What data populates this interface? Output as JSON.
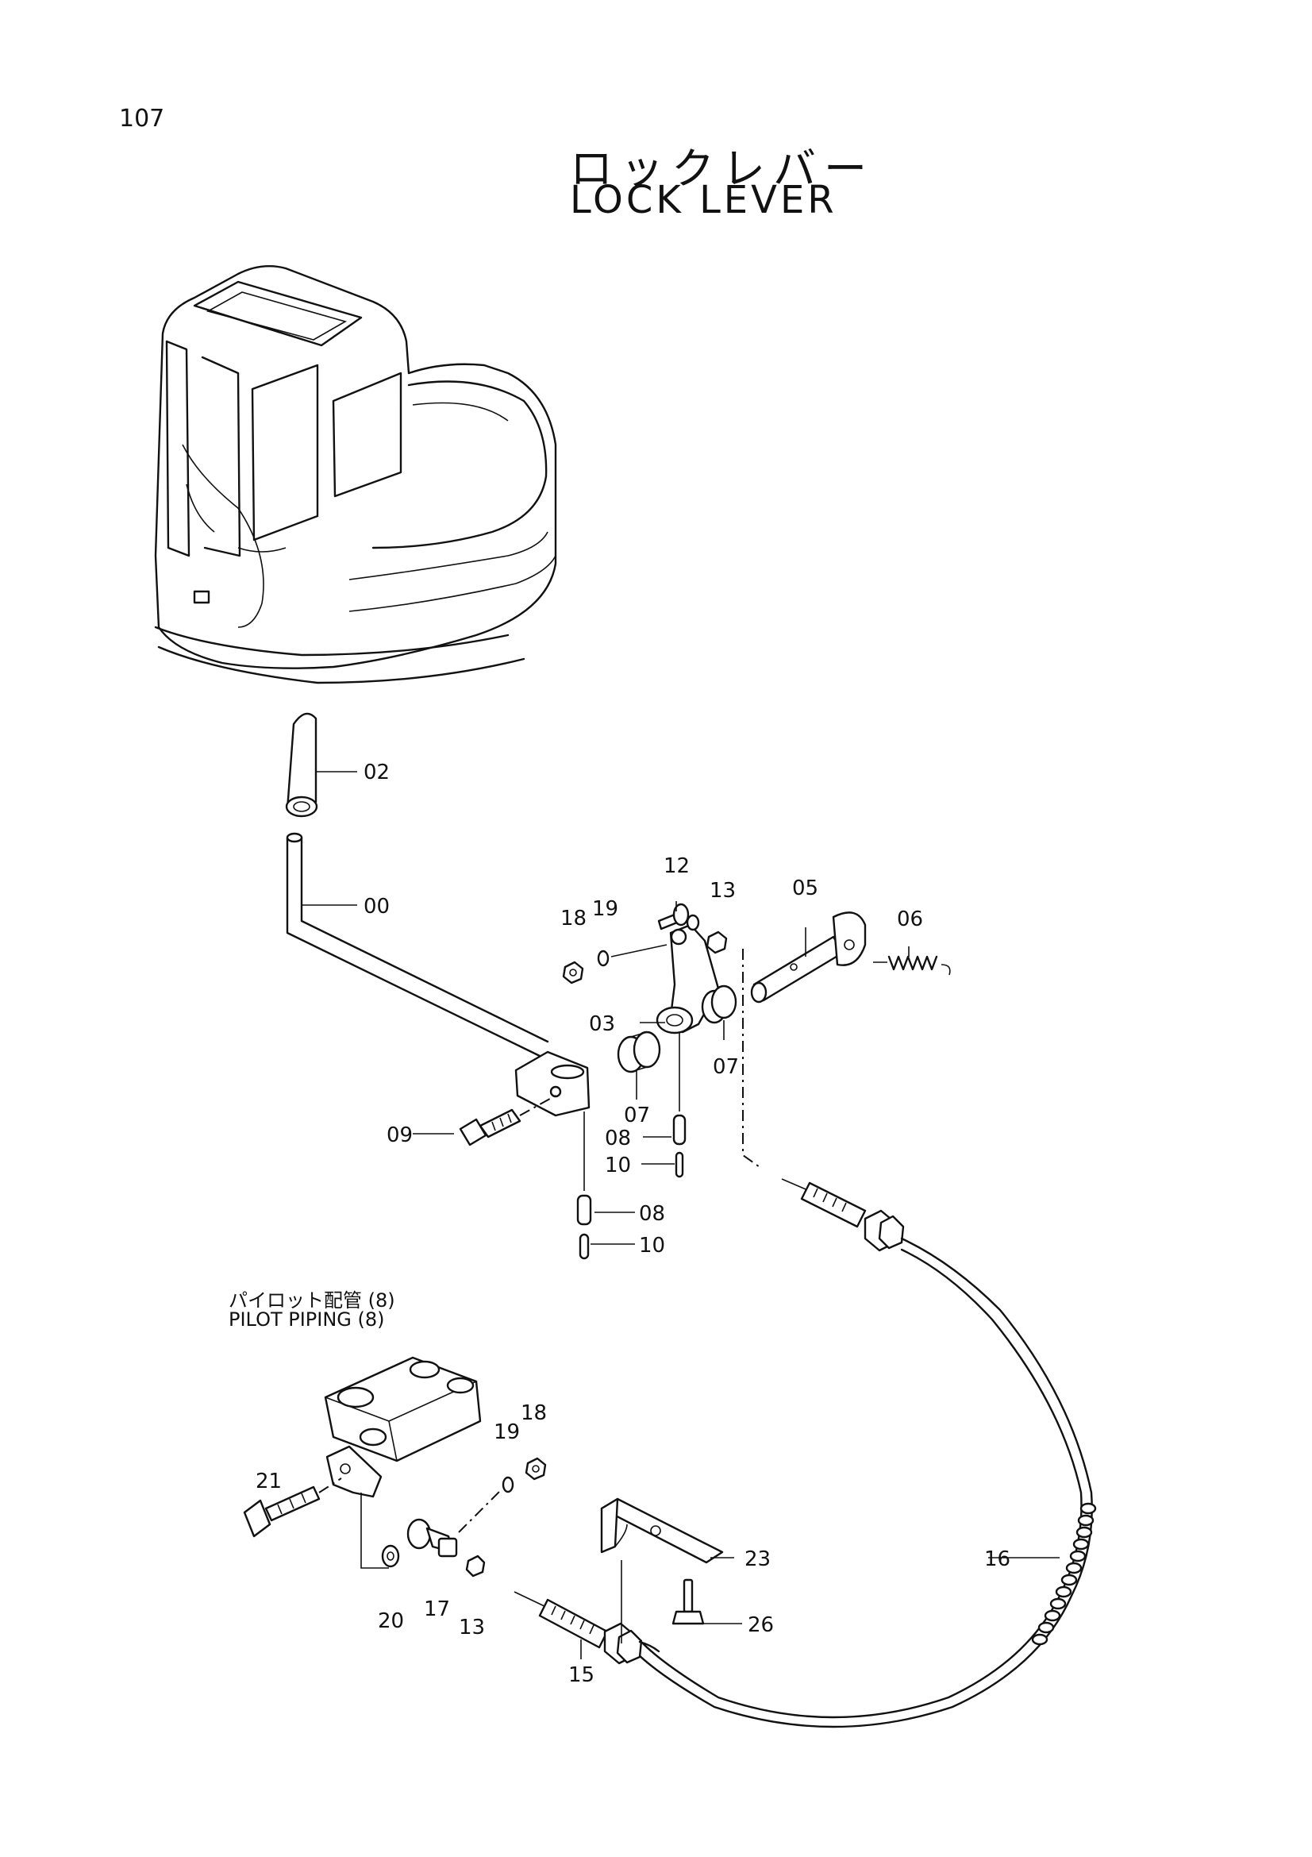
{
  "page": {
    "number": "107"
  },
  "title": {
    "jp": "ロックレバー",
    "en": "LOCK LEVER"
  },
  "section": {
    "jp": "パイロット配管 (8)",
    "en": "PILOT PIPING (8)"
  },
  "callouts": {
    "c00": "00",
    "c02": "02",
    "c03": "03",
    "c05": "05",
    "c06": "06",
    "c07a": "07",
    "c07b": "07",
    "c08a": "08",
    "c08b": "08",
    "c09": "09",
    "c10a": "10",
    "c10b": "10",
    "c12": "12",
    "c13a": "13",
    "c13b": "13",
    "c15": "15",
    "c16": "16",
    "c17": "17",
    "c18a": "18",
    "c18b": "18",
    "c19a": "19",
    "c19b": "19",
    "c20": "20",
    "c21": "21",
    "c23": "23",
    "c26": "26"
  }
}
